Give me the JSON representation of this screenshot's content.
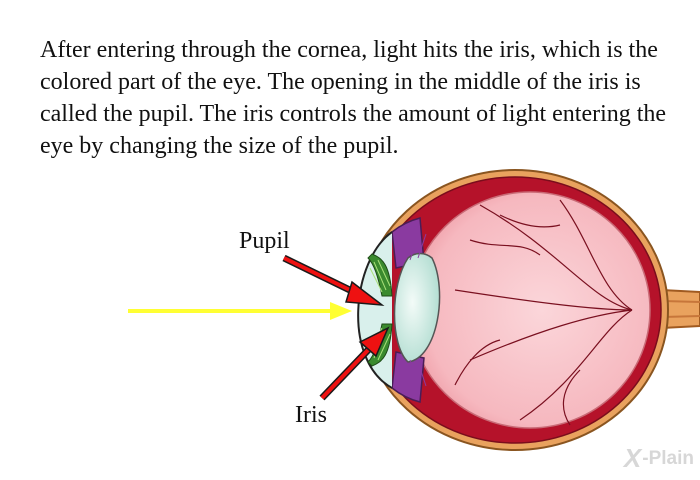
{
  "text": {
    "paragraph": "After entering through the cornea, light hits the iris, which is the colored part of the eye. The opening in the middle of the iris is called the pupil. The iris controls the amount of light entering the eye by changing the size of the pupil."
  },
  "labels": {
    "pupil": "Pupil",
    "iris": "Iris"
  },
  "logo": {
    "mark": "X",
    "name": "-Plain"
  },
  "colors": {
    "light_arrow": "#ffff33",
    "pointer_arrow": "#ee1111",
    "sclera": "#b5122a",
    "retina_fill": "#f7c2c8",
    "iris_green": "#3a8a2e",
    "ciliary_purple": "#8a3aa0",
    "lens": "#d8f0ea",
    "optic_nerve": "#e8a060"
  }
}
